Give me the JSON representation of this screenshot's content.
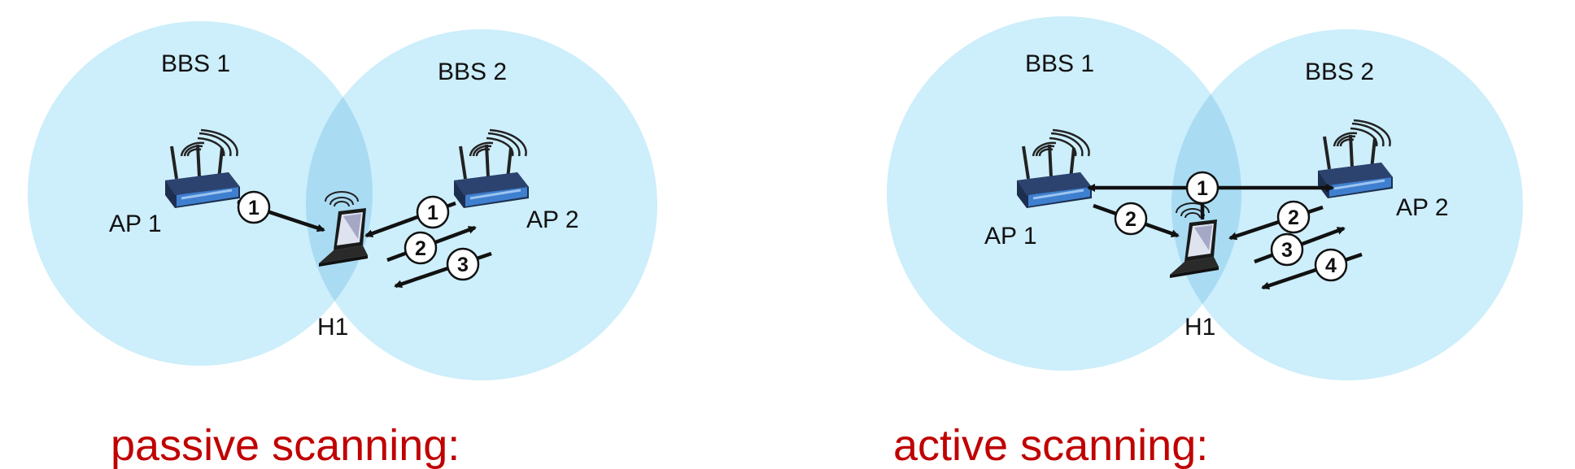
{
  "passive": {
    "bss_left_label": "BBS 1",
    "bss_right_label": "BBS 2",
    "ap_left_label": "AP 1",
    "ap_right_label": "AP 2",
    "host_label": "H1",
    "step_labels": [
      "1",
      "1",
      "2",
      "3"
    ],
    "caption": "passive scanning:"
  },
  "active": {
    "bss_left_label": "BBS 1",
    "bss_right_label": "BBS 2",
    "ap_left_label": "AP 1",
    "ap_right_label": "AP 2",
    "host_label": "H1",
    "step_labels": [
      "1",
      "2",
      "2",
      "3",
      "4"
    ],
    "caption": "active scanning:"
  },
  "colors": {
    "bss_fill": "#cdeefb",
    "bss_overlap": "#a9dcf3",
    "caption": "#c00000",
    "arrow": "#111111",
    "router_body": "#1d2f4f",
    "router_panel": "#3f7fcf"
  },
  "icons": {
    "access_point": "wireless-router-icon",
    "host": "laptop-icon"
  }
}
